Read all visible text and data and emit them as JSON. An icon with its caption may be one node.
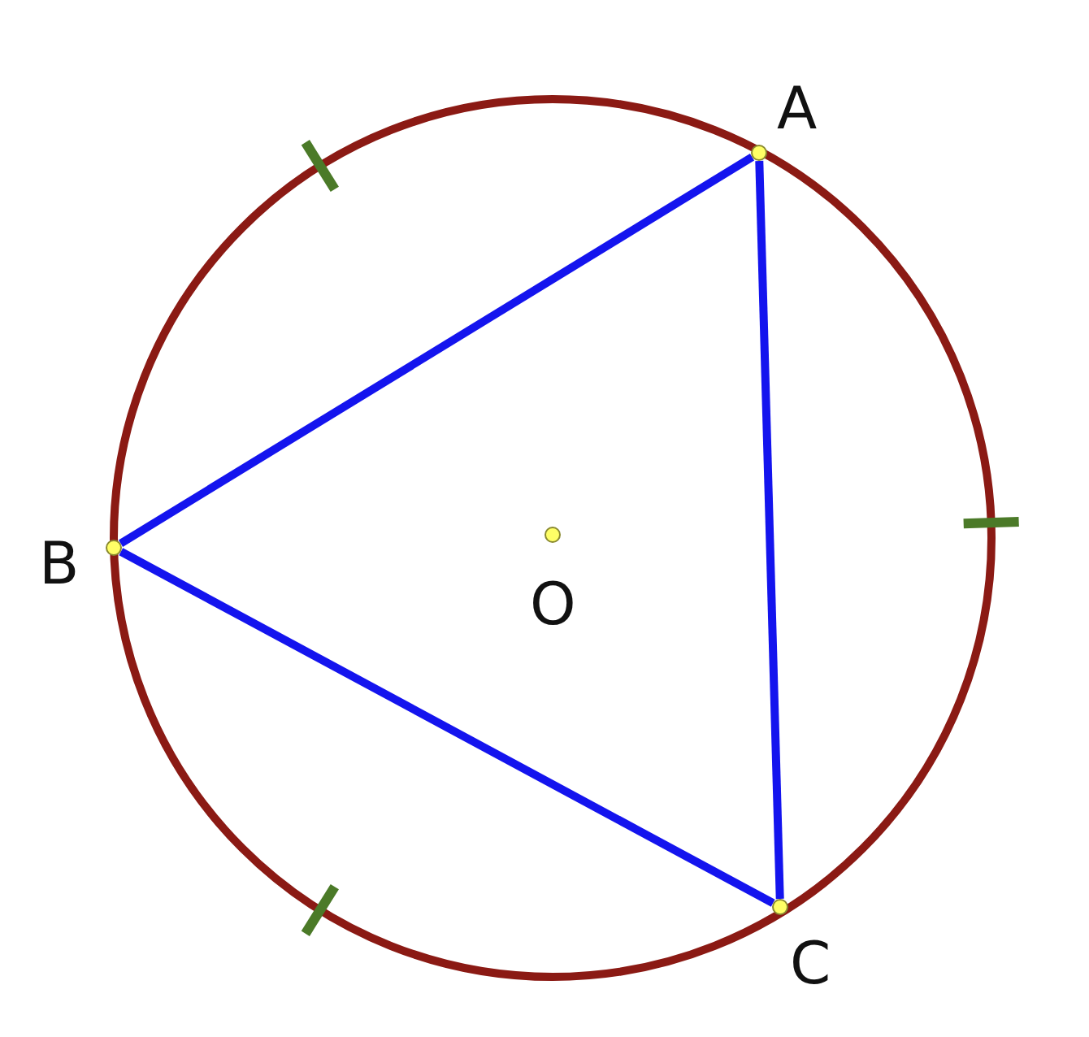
{
  "diagram": {
    "nodes": [
      {
        "text": [],
        "shape": "circle",
        "beside": [
          "A"
        ]
      },
      {
        "text": [],
        "shape": "circle",
        "beside": [
          "B"
        ]
      },
      {
        "text": [],
        "shape": "circle",
        "beside": [
          "C"
        ]
      },
      {
        "text": [],
        "shape": "circle",
        "beside": [
          "O"
        ]
      }
    ],
    "edges": [
      {
        "from": 0,
        "to": 1,
        "arrow": "none"
      },
      {
        "from": 1,
        "to": 2,
        "arrow": "none"
      },
      {
        "from": 2,
        "to": 0,
        "arrow": "none"
      }
    ]
  }
}
